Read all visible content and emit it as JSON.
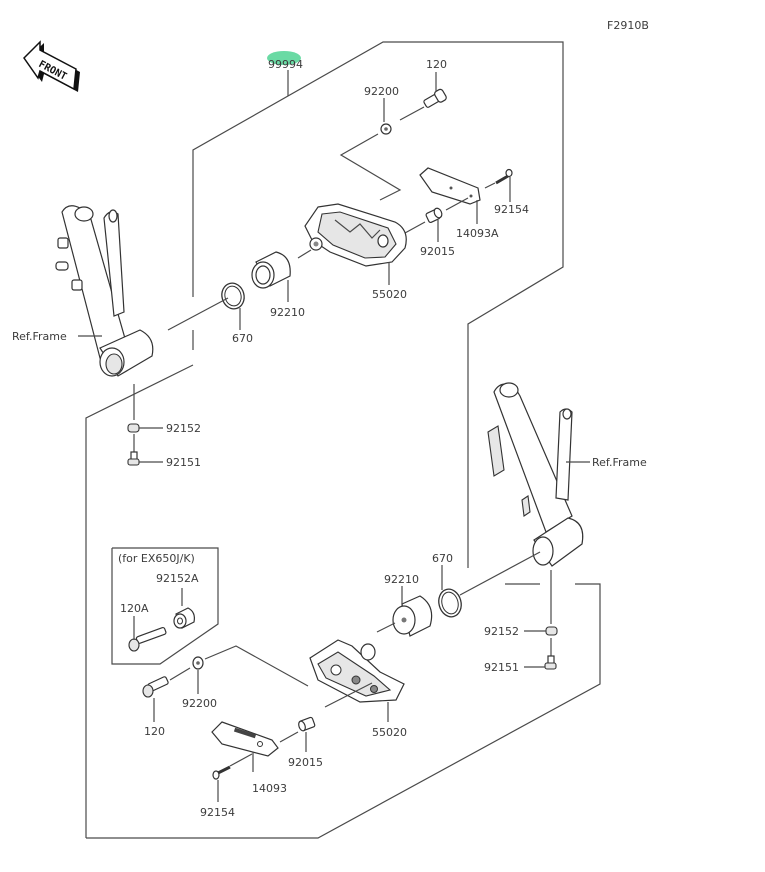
{
  "diagram": {
    "figure_code": "F2910B",
    "front_badge": "FRONT",
    "highlight_color": "#5ad69a",
    "assembly_label": "99994",
    "variant_note": "(for EX650J/K)",
    "upper_assembly": {
      "labels": {
        "bolt": "120",
        "washer": "92200",
        "cover_plate": "14093A",
        "screw": "92154",
        "collar": "92015",
        "slider": "55020",
        "damper": "92210",
        "o_ring": "670",
        "frame": "Ref.Frame",
        "nut": "92152",
        "bolt_small": "92151"
      }
    },
    "lower_assembly": {
      "labels": {
        "frame": "Ref.Frame",
        "o_ring": "670",
        "damper": "92210",
        "nut": "92152",
        "bolt_small": "92151",
        "slider": "55020",
        "collar": "92015",
        "cover_plate": "14093",
        "screw": "92154",
        "washer": "92200",
        "bolt": "120"
      }
    },
    "variant_parts": {
      "spacer": "92152A",
      "bolt": "120A"
    }
  }
}
